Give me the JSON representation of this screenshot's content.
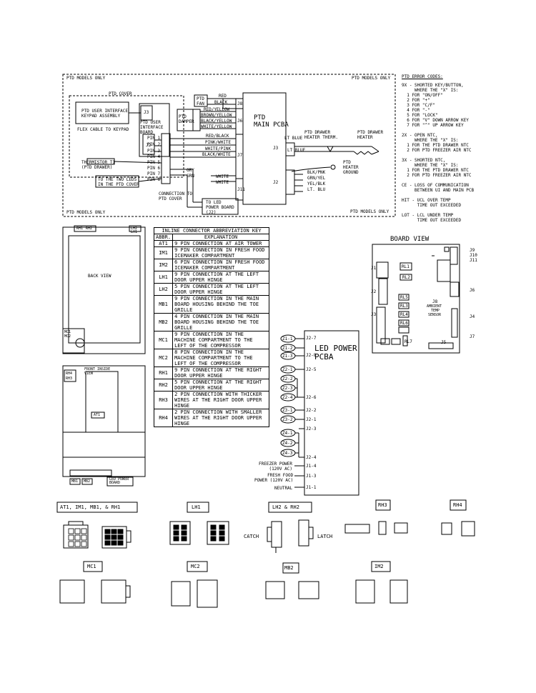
{
  "main_schematic": {
    "corner_label": "PTD MODELS ONLY",
    "ptd_cover": "PTD COVER",
    "ui_keypad": "PTD USER INTERFACE\nKEYPAD ASSEMBLY",
    "j3": "J3",
    "j2": "J2",
    "ptd_ui_board": "PTD USER\nINTERFACE\nBOARD",
    "flex_cable": "FLEX CABLE TO KEYPAD",
    "ptd_fan": "PTD\nFAN",
    "ptd_damper": "PTD\nDAMPER",
    "main_pcba": "PTD\nMAIN PCBA",
    "j8": "J8",
    "j6": "J6",
    "j7": "J7",
    "j11": "J11",
    "j3b": "J3",
    "j2b": "J2",
    "wires_fan": [
      "RED",
      "BLACK"
    ],
    "wires_damper": [
      "RED/YELLOW",
      "BROWN/YELLOW",
      "BLACK/YELLOW",
      "WHITE/YELLOW"
    ],
    "wires_j7": [
      "RED/BLACK",
      "PINK/WHITE",
      "WHITE/PINK",
      "BLACK/WHITE"
    ],
    "pins": [
      "PIN 1",
      "PIN 2",
      "PIN 3",
      "PIN 4",
      "PIN 5",
      "PIN 6",
      "PIN 7",
      "PIN 8"
    ],
    "gry": "GRY",
    "grn": "GRN",
    "white": "WHITE",
    "thermistor": "THERMISTOR T1\n(PTD DRAWER)",
    "two_leds": "TO THE TWO LEDS\nIN THE PTD COVER",
    "conn_cover": "CONNECTION TO\nPTD COVER",
    "to_led_board": "TO LED\nPOWER BOARD\n(J2)",
    "lt_blue": "LT BLUE",
    "drawer_therm": "PTD DRAWER\nHEATER THERM.",
    "drawer_heater": "PTD DRAWER\nHEATER",
    "heater_ground": "PTD\nHEATER\nGROUND",
    "j2_wires": [
      "BLK/PNK",
      "GRN/YEL",
      "YEL/BLK",
      "LT. BLU"
    ]
  },
  "error_codes": {
    "title": "PTD ERROR CODES:",
    "lines": "9X - SHORTED KEY/BUTTON,\n     WHERE THE \"X\" IS:\n  1 FOR \"ON/OFF\"\n  2 FOR \"+\"\n  3 FOR \"C/F\"\n  4 FOR \"-\"\n  5 FOR \"LOCK\"\n  6 FOR \"V\" DOWN ARROW KEY\n  7 FOR \"^\" UP ARROW KEY\n\n2X - OPEN NTC,\n     WHERE THE \"X\" IS:\n  1 FOR THE PTD DRAWER NTC\n  2 FOR PTD FREEZER AIR NTC\n\n3X - SHORTED NTC,\n     WHERE THE \"X\" IS:\n  1 FOR THE PTD DRAWER NTC\n  2 FOR PTD FREEZER AIR NTC\n\nCE - LOSS OF COMMUNICATION\n     BETWEEN UI AND MAIN PCB\n\nHIT - UCL OVER TEMP\n      TIME OUT EXCEEDED\n\nLOT - LCL UNDER TEMP\n      TIME OUT EXCEEDED"
  },
  "back_view": {
    "label": "BACK VIEW",
    "tags": [
      "RH1",
      "RH2",
      "LH2",
      "LH1",
      "MC1",
      "MC2"
    ]
  },
  "front_view": {
    "label": "FRONT INSIDE\nVIEW",
    "tags": [
      "RH4",
      "RH3",
      "AT1",
      "MB1",
      "MB2"
    ],
    "led_board": "LED POWER\nBOARD"
  },
  "abbr_table": {
    "title": "INLINE CONNECTOR ABBREVIATION KEY",
    "col_abbr": "ABBR.",
    "col_expl": "EXPLANATION",
    "rows": [
      {
        "abbr": "AT1",
        "expl": "9 PIN CONNECTION AT AIR TOWER"
      },
      {
        "abbr": "IM1",
        "expl": "9 PIN CONNECTION IN FRESH FOOD ICEMAKER COMPARTMENT"
      },
      {
        "abbr": "IM2",
        "expl": "6 PIN CONNECTION IN FRESH FOOD ICEMAKER COMPARTMENT"
      },
      {
        "abbr": "LH1",
        "expl": "9 PIN CONNECTION AT THE LEFT DOOR UPPER HINGE"
      },
      {
        "abbr": "LH2",
        "expl": "5 PIN CONNECTION AT THE LEFT DOOR UPPER HINGE"
      },
      {
        "abbr": "MB1",
        "expl": "9 PIN CONNECTION IN THE MAIN BOARD HOUSING BEHIND THE TOE GRILLE"
      },
      {
        "abbr": "MB2",
        "expl": "4 PIN CONNECTION IN THE MAIN BOARD HOUSING BEHIND THE TOE GRILLE"
      },
      {
        "abbr": "MC1",
        "expl": "9 PIN CONNECTION IN THE MACHINE COMPARTMENT TO THE LEFT OF THE COMPRESSOR"
      },
      {
        "abbr": "MC2",
        "expl": "8 PIN CONNECTION IN THE MACHINE COMPARTMENT TO THE LEFT OF THE COMPRESSOR"
      },
      {
        "abbr": "RH1",
        "expl": "9 PIN CONNECTION AT THE RIGHT DOOR UPPER HINGE"
      },
      {
        "abbr": "RH2",
        "expl": "5 PIN CONNECTION AT THE RIGHT DOOR UPPER HINGE"
      },
      {
        "abbr": "RH3",
        "expl": "2 PIN CONNECTION WITH THICKER WIRES AT THE RIGHT DOOR UPPER HINGE"
      },
      {
        "abbr": "RH4",
        "expl": "2 PIN CONNECTION WITH SMALLER WIRES AT THE RIGHT DOOR UPPER HINGE"
      }
    ]
  },
  "board_view": {
    "title": "BOARD VIEW",
    "labels": [
      "J1",
      "J2",
      "J3",
      "J4",
      "J5",
      "J6",
      "J7",
      "J9",
      "J10",
      "J11",
      "RL1",
      "RL2",
      "RL3",
      "RL4",
      "RL5",
      "RL6",
      "RL7",
      "J8",
      "AMBIENT",
      "TEMP",
      "SENSOR"
    ]
  },
  "led_pcba": {
    "title": "LED POWER\nPCBA",
    "ovals": [
      "Z1-1",
      "Z1-2",
      "Z1-3",
      "Z2-1",
      "Z2-2",
      "Z2-3",
      "Z2-4",
      "Z3-1",
      "Z3-2",
      "Z4-1",
      "Z4-2",
      "Z4-3"
    ],
    "pins": [
      "J2-7",
      "J2-8",
      "J2-5",
      "J2-6",
      "J2-2",
      "J2-1",
      "J2-3",
      "J2-4",
      "J1-4",
      "J1-3",
      "J1-1"
    ],
    "freezer_power": "FREEZER POWER\n(120V AC)",
    "fresh_food_power": "FRESH FOOD\nPOWER (120V AC)",
    "neutral": "NEUTRAL"
  },
  "connectors": {
    "at1_group": "AT1, IM1, MB1, & RH1",
    "lh1": "LH1",
    "lh2_rh2": "LH2 & RH2",
    "rh3": "RH3",
    "rh4": "RH4",
    "mc1": "MC1",
    "mc2": "MC2",
    "mb2": "MB2",
    "im2": "IM2",
    "catch": "CATCH",
    "latch": "LATCH"
  }
}
